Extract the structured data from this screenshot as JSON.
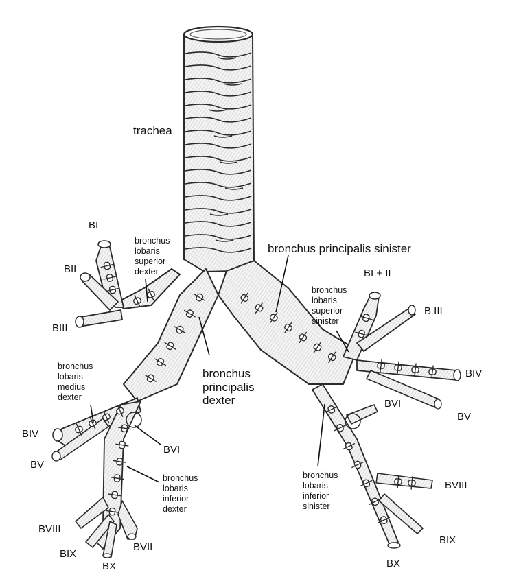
{
  "labels": {
    "trachea": "trachea",
    "principalis_sinister": "bronchus principalis sinister",
    "principalis_dexter": [
      "bronchus",
      "principalis",
      "dexter"
    ],
    "lobaris_superior_dexter": [
      "bronchus",
      "lobaris",
      "superior",
      "dexter"
    ],
    "lobaris_medius_dexter": [
      "bronchus",
      "lobaris",
      "medius",
      "dexter"
    ],
    "lobaris_inferior_dexter": [
      "bronchus",
      "lobaris",
      "inferior",
      "dexter"
    ],
    "lobaris_superior_sinister": [
      "bronchus",
      "lobaris",
      "superior",
      "sinister"
    ],
    "lobaris_inferior_sinister": [
      "bronchus",
      "lobaris",
      "inferior",
      "sinister"
    ]
  },
  "segments_right": {
    "b1": "BI",
    "b2": "BII",
    "b3": "BIII",
    "b4": "BIV",
    "b5": "BV",
    "b6": "BVI",
    "b7": "BVII",
    "b8": "BVIII",
    "b9": "BIX",
    "b10": "BX"
  },
  "segments_left": {
    "b12": "BI + II",
    "b3": "B III",
    "b4": "BIV",
    "b5": "BV",
    "b6": "BVI",
    "b8": "BVIII",
    "b9": "BIX",
    "b10": "BX"
  },
  "colors": {
    "ink": "#2a2a2a",
    "shade": "#cfcfcf",
    "fill": "#f3f3f3"
  }
}
